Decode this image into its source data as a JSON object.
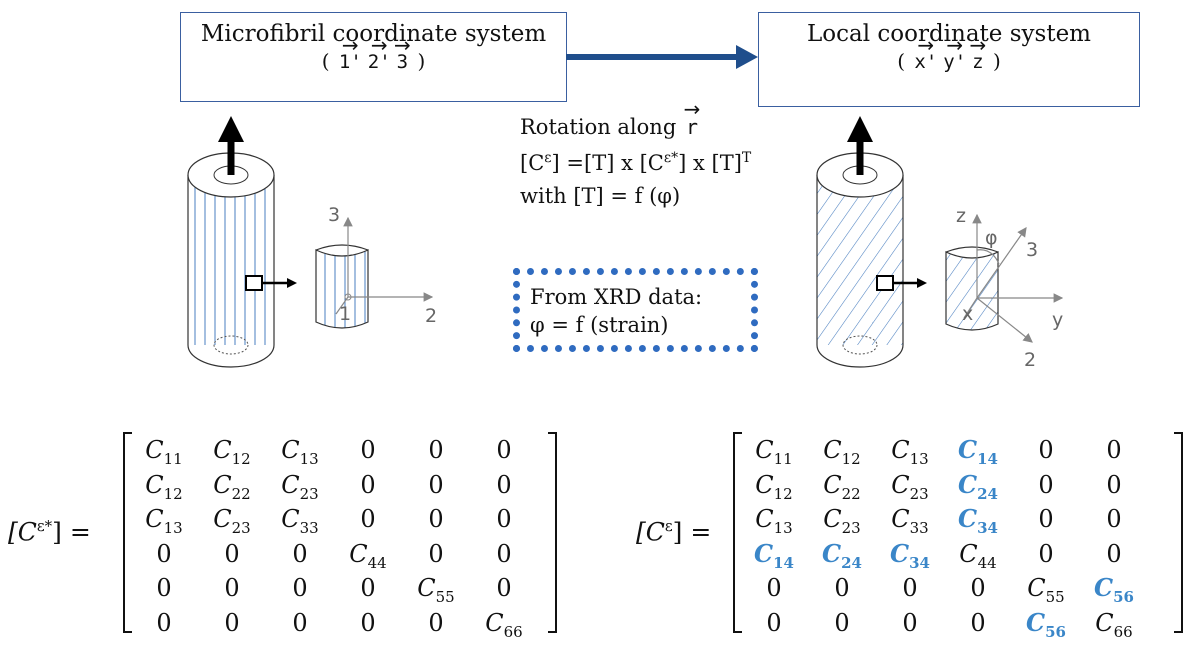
{
  "boxes": {
    "microfibril": {
      "title": "Microfibril  coordinate system",
      "vectors": [
        "1'",
        "2'",
        "3"
      ]
    },
    "local": {
      "title": "Local coordinate system",
      "vectors": [
        "x'",
        "y'",
        "z"
      ]
    }
  },
  "rotation": {
    "line1": "Rotation along ",
    "vector": "r",
    "line2_pre": "[C",
    "line2_sup": "ε",
    "line2_mid": "] =[T] x [C",
    "line2_sup2": "ε*",
    "line2_post": "] x [T]",
    "line2_sup3": "T",
    "line3": "with [T] = f (φ)"
  },
  "xrd": {
    "line1": "From XRD data:",
    "line2": "φ = f (strain)"
  },
  "left_axes": {
    "axis3": "3",
    "axis2": "2",
    "axis1": "1"
  },
  "right_axes": {
    "z": "z",
    "phi": "φ",
    "axis3": "3",
    "y": "y",
    "x": "x",
    "axis2": "2"
  },
  "matrix_left": {
    "lhs": "[C",
    "lhs_sup": "ε*",
    "lhs_tail": "] =",
    "rows": [
      [
        "C|11",
        "C|12",
        "C|13",
        "0",
        "0",
        "0"
      ],
      [
        "C|12",
        "C|22",
        "C|23",
        "0",
        "0",
        "0"
      ],
      [
        "C|13",
        "C|23",
        "C|33",
        "0",
        "0",
        "0"
      ],
      [
        "0",
        "0",
        "0",
        "C|44",
        "0",
        "0"
      ],
      [
        "0",
        "0",
        "0",
        "0",
        "C|55",
        "0"
      ],
      [
        "0",
        "0",
        "0",
        "0",
        "0",
        "C|66"
      ]
    ],
    "highlight": []
  },
  "matrix_right": {
    "lhs": "[C",
    "lhs_sup": "ε",
    "lhs_tail": "] =",
    "rows": [
      [
        "C|11",
        "C|12",
        "C|13",
        "C|14",
        "0",
        "0"
      ],
      [
        "C|12",
        "C|22",
        "C|23",
        "C|24",
        "0",
        "0"
      ],
      [
        "C|13",
        "C|23",
        "C|33",
        "C|34",
        "0",
        "0"
      ],
      [
        "C|14",
        "C|24",
        "C|34",
        "C|44",
        "0",
        "0"
      ],
      [
        "0",
        "0",
        "0",
        "0",
        "C|55",
        "C|56"
      ],
      [
        "0",
        "0",
        "0",
        "0",
        "C|56",
        "C|66"
      ]
    ],
    "highlight": [
      "0-3",
      "1-3",
      "2-3",
      "3-0",
      "3-1",
      "3-2",
      "4-5",
      "5-4"
    ]
  },
  "colors": {
    "arrow": "#1f4e8c",
    "highlight": "#3a86c8",
    "hatch": "#4a7fc0"
  }
}
